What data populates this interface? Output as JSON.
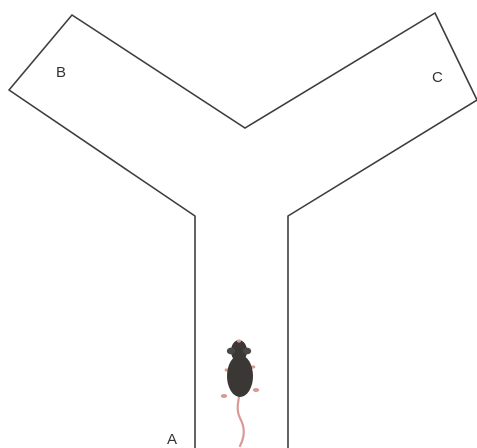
{
  "figure": {
    "arm_labels": {
      "a": "A",
      "b": "B",
      "c": "C"
    },
    "subject_icon": "mouse-icon",
    "colors": {
      "maze_outline": "#3d3d3d",
      "mouse_body": "#3a3735",
      "mouse_tail": "#d99a96",
      "label_text": "#333333"
    }
  }
}
